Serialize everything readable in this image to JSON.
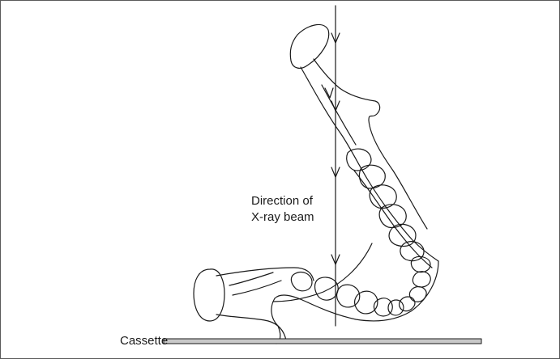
{
  "labels": {
    "beam_line1": "Direction of",
    "beam_line2": "X-ray beam",
    "cassette": "Cassette"
  },
  "colors": {
    "stroke": "#1a1a1a",
    "cassette_fill": "#c8c8c8",
    "background": "#ffffff"
  }
}
